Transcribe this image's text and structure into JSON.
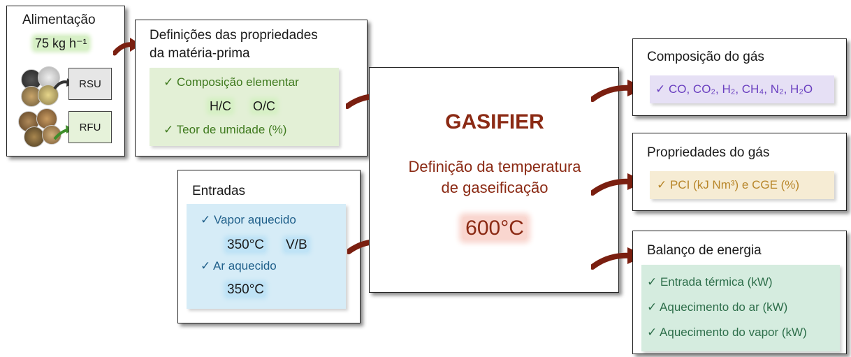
{
  "feed": {
    "title": "Alimentação",
    "rate": "75 kg h⁻¹",
    "rsu_label": "RSU",
    "rfu_label": "RFU"
  },
  "feedstock": {
    "title_line1": "Definições das propriedades",
    "title_line2": "da matéria-prima",
    "item1": "✓ Composição elementar",
    "ratio1": "H/C",
    "ratio2": "O/C",
    "item2": "✓ Teor de umidade (%)"
  },
  "inputs": {
    "title": "Entradas",
    "item1": "✓ Vapor aquecido",
    "steam_temp": "350°C",
    "steam_ratio": "V/B",
    "item2": "✓ Ar aquecido",
    "air_temp": "350°C"
  },
  "gasifier": {
    "title": "GASIFIER",
    "subtitle_line1": "Definição da temperatura",
    "subtitle_line2": "de gaseificação",
    "temperature": "600°C"
  },
  "gas_composition": {
    "title": "Composição do gás",
    "items": "✓ CO, CO₂, H₂,  CH₄, N₂, H₂O"
  },
  "gas_properties": {
    "title": "Propriedades do gás",
    "items": "✓ PCI (kJ Nm³) e CGE (%)"
  },
  "energy_balance": {
    "title": "Balanço de energia",
    "item1": "✓ Entrada térmica (kW)",
    "item2": "✓ Aquecimento do ar (kW)",
    "item3": "✓ Aquecimento do vapor (kW)"
  },
  "colors": {
    "arrow": "#7a1f10",
    "gasifier_title": "#8b2a14",
    "feedstock_text": "#3f7a1e",
    "inputs_text": "#1f5f8a",
    "composition_text": "#6a3fc0",
    "properties_text": "#b8862a",
    "energy_text": "#2d6e4a"
  }
}
